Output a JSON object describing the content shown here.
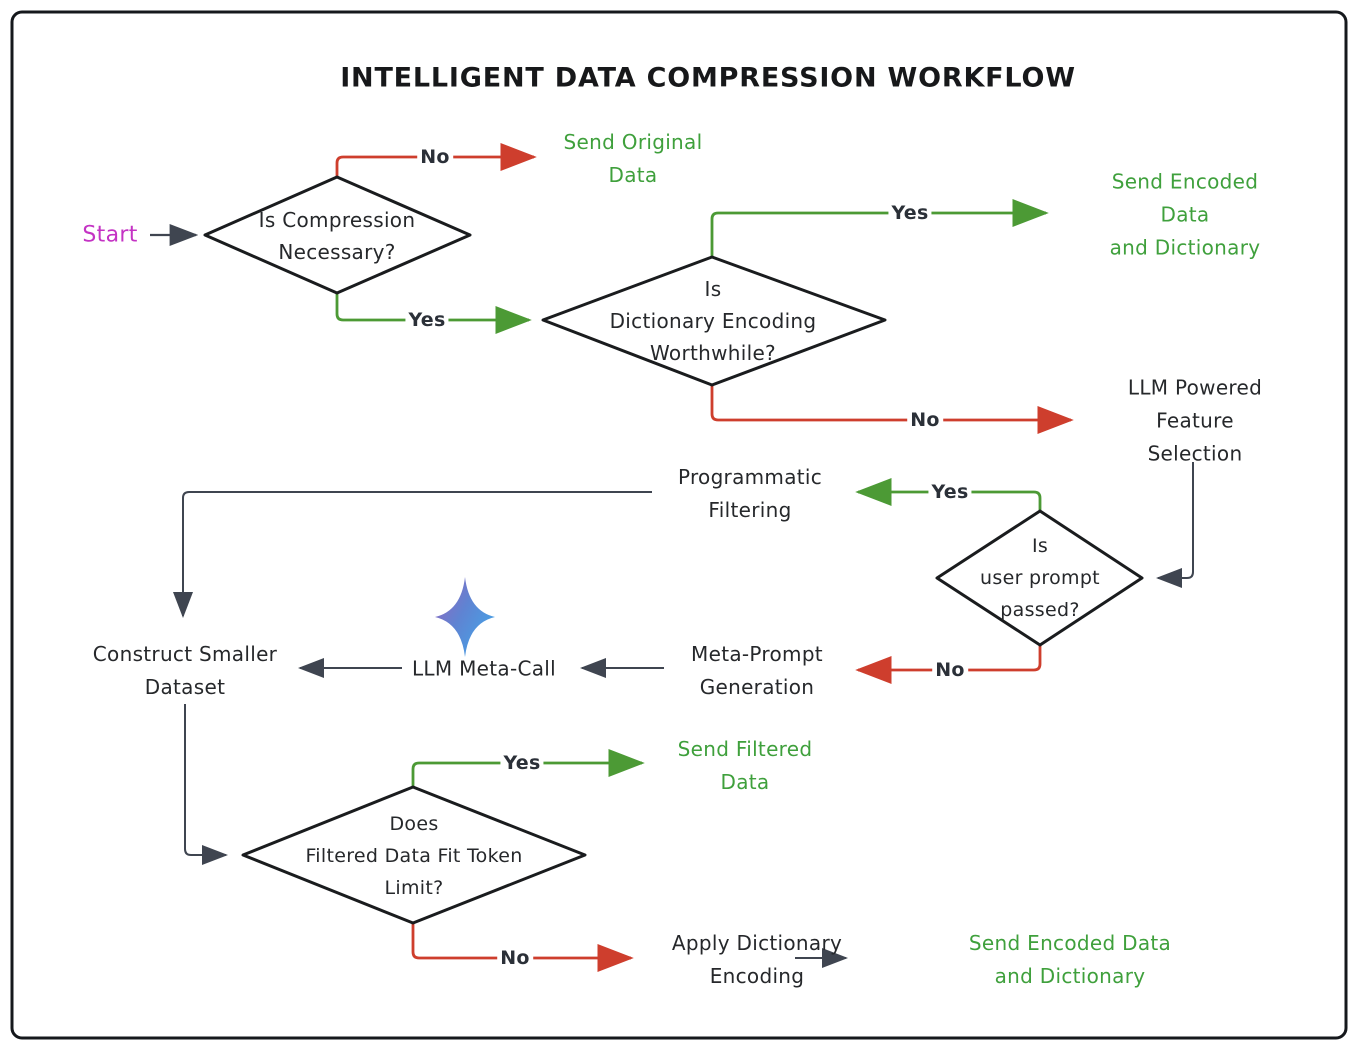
{
  "diagram": {
    "title": "INTELLIGENT DATA COMPRESSION WORKFLOW",
    "start": {
      "label": "Start"
    },
    "decisions": {
      "compression": {
        "label": "Is Compression\nNecessary?"
      },
      "dictionary": {
        "label": "Is\nDictionary Encoding\nWorthwhile?"
      },
      "prompt": {
        "label": "Is\nuser prompt\npassed?"
      },
      "token": {
        "label": "Does\nFiltered Data Fit Token\nLimit?"
      }
    },
    "processes": {
      "llm_feature": {
        "label": "LLM Powered\nFeature Selection"
      },
      "programmatic": {
        "label": "Programmatic\nFiltering"
      },
      "meta_prompt": {
        "label": "Meta-Prompt\nGeneration"
      },
      "llm_meta_call": {
        "label": "LLM Meta-Call"
      },
      "construct": {
        "label": "Construct Smaller\nDataset"
      },
      "apply_dict": {
        "label": "Apply Dictionary\nEncoding"
      }
    },
    "outcomes": {
      "send_original": {
        "label": "Send Original\nData"
      },
      "send_encoded_top": {
        "label": "Send Encoded Data\nand Dictionary"
      },
      "send_filtered": {
        "label": "Send Filtered\nData"
      },
      "send_encoded_bottom": {
        "label": "Send Encoded Data\nand Dictionary"
      }
    },
    "edge_labels": {
      "no1": "No",
      "yes1": "Yes",
      "yes2": "Yes",
      "no2": "No",
      "yes3": "Yes",
      "no3": "No",
      "yes4": "Yes",
      "no4": "No"
    },
    "icons": {
      "sparkle": "gemini-sparkle-icon"
    },
    "colors": {
      "green_line": "#4c9a35",
      "green_text": "#3fa03c",
      "red_line": "#ce3e2d",
      "dark_line": "#3f4550",
      "magenta_start": "#c433c4",
      "diamond_stroke": "#1a1c1e",
      "sparkle_purple": "#9168c0",
      "sparkle_blue": "#44a5e8"
    }
  }
}
